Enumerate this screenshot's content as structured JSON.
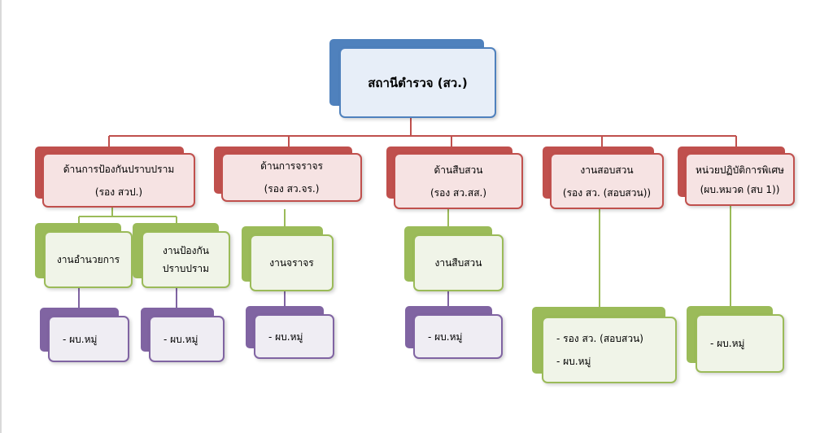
{
  "root": {
    "label": "สถานีตำรวจ (สว.)"
  },
  "divisions": [
    {
      "title": "ด้านการป้องกันปราบปราม",
      "subtitle": "(รอง สวป.)"
    },
    {
      "title": "ด้านการจราจร",
      "subtitle": "(รอง สว.จร.)"
    },
    {
      "title": "ด้านสืบสวน",
      "subtitle": "(รอง สว.สส.)"
    },
    {
      "title": "งานสอบสวน",
      "subtitle": "(รอง สว. (สอบสวน))"
    },
    {
      "title": "หน่วยปฏิบัติการพิเศษ",
      "subtitle": "(ผบ.หมวด (สบ 1))"
    }
  ],
  "units": [
    {
      "line1": "งานอำนวยการ",
      "line2": ""
    },
    {
      "line1": "งานป้องกัน",
      "line2": "ปราบปราม"
    },
    {
      "line1": "งานจราจร",
      "line2": ""
    },
    {
      "line1": "งานสืบสวน",
      "line2": ""
    }
  ],
  "leaves": [
    {
      "label": "- ผบ.หมู่"
    },
    {
      "label": "- ผบ.หมู่"
    },
    {
      "label": "- ผบ.หมู่"
    },
    {
      "label": "- ผบ.หมู่"
    }
  ],
  "investigation_box": {
    "line1": "- รอง สว. (สอบสวน)",
    "line2": "- ผบ.หมู่"
  },
  "special_box": {
    "label": "- ผบ.หมู่"
  }
}
